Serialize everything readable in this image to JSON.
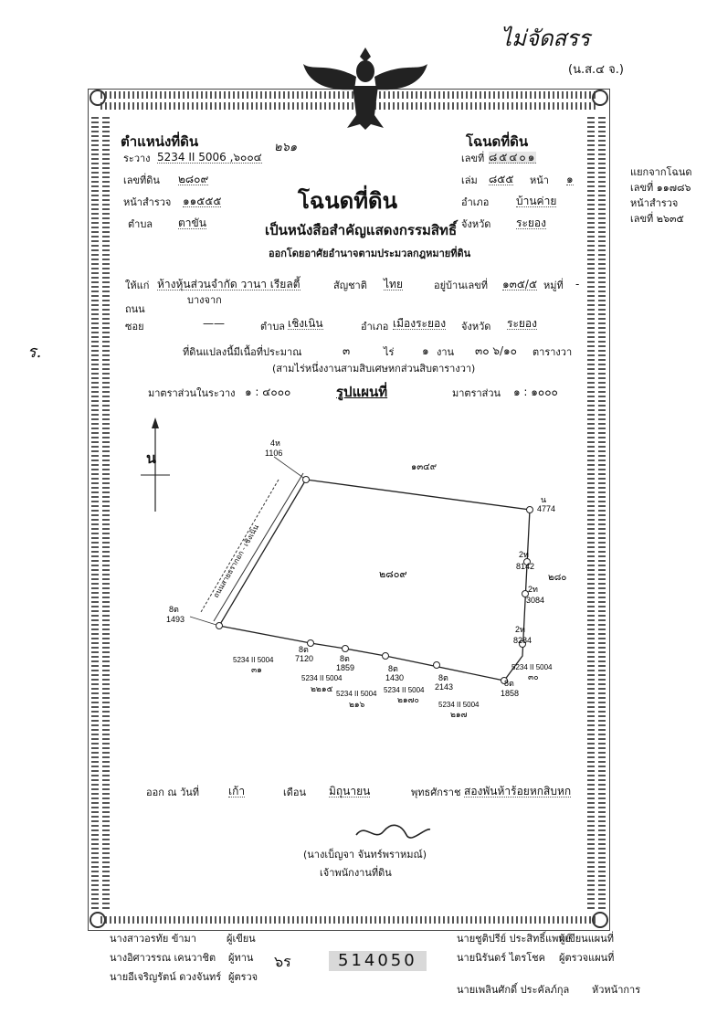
{
  "annotation_top": "ไม่จัดสรร",
  "form_code": "(น.ส.๔ จ.)",
  "header": {
    "left_heading": "ตำแหน่งที่ดิน",
    "right_heading": "โฉนดที่ดิน",
    "title": "โฉนดที่ดิน",
    "subtitle": "เป็นหนังสือสำคัญแสดงกรรมสิทธิ์",
    "issue_line": "ออกโดยอาศัยอำนาจตามประมวลกฎหมายที่ดิน",
    "number_mark": "๒๖๑"
  },
  "location": {
    "ravang_label": "ระวาง",
    "ravang_value": "5234 II 5006 ,๖๐๐๔",
    "land_no_label": "เลขที่ดิน",
    "land_no_value": "๒๘๐๙",
    "survey_label": "หน้าสำรวจ",
    "survey_value": "๑๑๕๕๕",
    "tambon_label": "ตำบล",
    "tambon_value": "ตาขัน"
  },
  "deed": {
    "no_label": "เลขที่",
    "no_value": "๘๕๔๐๑",
    "book_label": "เล่ม",
    "book_value": "๘๕๕",
    "page_label": "หน้า",
    "page_value": "๑",
    "amphoe_label": "อำเภอ",
    "amphoe_value": "บ้านค่าย",
    "province_label": "จังหวัด",
    "province_value": "ระยอง"
  },
  "split_from": {
    "heading": "แยกจากโฉนด",
    "no_line": "เลขที่ ๑๑๗๘๖",
    "survey_heading": "หน้าสำรวจ",
    "survey_line": "เลขที่ ๒๖๓๕"
  },
  "owner": {
    "to_label": "ให้แก่",
    "to_value": "ห้างหุ้นส่วนจำกัด วานา เรียลตี้",
    "nation_label": "สัญชาติ",
    "nation_value": "ไทย",
    "addr_label": "อยู่บ้านเลขที่",
    "addr_value": "๑๓๕/๕",
    "moo_label": "หมู่ที่",
    "moo_value": "-",
    "road_label": "ถนน",
    "road_value": "บางจาก",
    "soi_label": "ซอย",
    "soi_value": "——",
    "tambon_label": "ตำบล",
    "tambon_value": "เชิงเนิน",
    "amphoe_label": "อำเภอ",
    "amphoe_value": "เมืองระยอง",
    "province_label": "จังหวัด",
    "province_value": "ระยอง"
  },
  "area": {
    "lead": "ที่ดินแปลงนี้มีเนื้อที่ประมาณ",
    "rai_value": "๓",
    "rai_label": "ไร่",
    "ngan_value": "๑",
    "ngan_label": "งาน",
    "wa_value": "๓๐ ๖/๑๐",
    "wa_label": "ตารางวา",
    "in_words": "(สามไร่หนึ่งงานสามสิบเศษหกส่วนสิบตารางวา)"
  },
  "scale": {
    "ravang_label": "มาตราส่วนในระวาง",
    "ravang_value": "๑ : ๔๐๐๐",
    "map_title": "รูปแผนที่",
    "map_label": "มาตราส่วน",
    "map_value": "๑ : ๑๐๐๐"
  },
  "map": {
    "north": "น",
    "top_station": "4ห",
    "top_station_no": "1106",
    "top_neighbor": "๑๓๔๙",
    "left_station": "8ต",
    "left_station_no": "1493",
    "road_label": "ถนนสายธรากอก - เชิงเนิน",
    "parcel": "๒๘๐๙",
    "right_parcel": "๒๘๐",
    "ne_station": "น",
    "ne_station_no": "4774",
    "r1_station": "2ท",
    "r1_no": "8142",
    "r2_station": "2ท",
    "r2_no": "3084",
    "r3_station": "2ท",
    "r3_no": "8284",
    "b1_station": "8ต",
    "b1_no": "7120",
    "b2_station": "8ต",
    "b2_no": "1859",
    "b3_station": "8ต",
    "b3_no": "1430",
    "b4_station": "8ต",
    "b4_no": "2143",
    "b5_station": "8ต",
    "b5_no": "1858",
    "n1_sheet": "5234 II 5004",
    "n1_no": "๓๑",
    "n2_sheet": "5234 II 5004",
    "n2_no": "๒๒๑๕",
    "n3_sheet": "5234 II 5004",
    "n3_no": "๒๑๖",
    "n4_sheet": "5234 II 5004",
    "n4_no": "๒๑๗๐",
    "n5_sheet": "5234 II 5004",
    "n5_no": "๒๑๗",
    "n6_sheet": "5234 II 5004",
    "n6_no": "๓๐"
  },
  "issued": {
    "label": "ออก ณ วันที่",
    "day": "เก้า",
    "month_label": "เดือน",
    "month": "มิถุนายน",
    "year_label": "พุทธศักราช",
    "year": "สองพันห้าร้อยหกสิบหก"
  },
  "official": {
    "name": "(นางเบ็ญจา จันทร์พราหมณ์)",
    "title": "เจ้าพนักงานที่ดิน"
  },
  "staff": [
    {
      "name": "นางสาวอรทัย ข้ามา",
      "role": "ผู้เขียน"
    },
    {
      "name": "นางอิศาวรรณ เคนวาชิต",
      "role": "ผู้ทาน"
    },
    {
      "name": "นายอีเจริญรัตน์ ดวงจันทร์",
      "role": "ผู้ตรวจ"
    }
  ],
  "staff_right": [
    {
      "name": "นายชูติปรีย์ ประสิทธิ์แพทย์",
      "role": "ผู้เขียนแผนที่"
    },
    {
      "name": "นายนิรันดร์ ไตรโชค",
      "role": "ผู้ตรวจแผนที่"
    },
    {
      "name": "นายเพลินศักดิ์ ประคัลภ์กุล",
      "role": "หัวหน้าการ"
    }
  ],
  "serial": {
    "prefix": "๖ร",
    "number": "514050"
  },
  "side_mark": "ร.",
  "colors": {
    "ink": "#111111",
    "border": "#444444",
    "serial_bg": "#d9d9d9"
  },
  "icons": {
    "emblem": "garuda-emblem-icon",
    "north_arrow": "north-arrow-icon"
  }
}
